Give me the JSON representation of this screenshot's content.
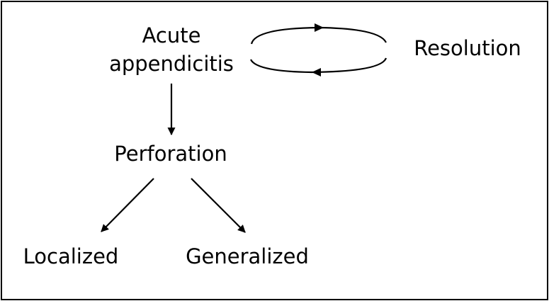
{
  "nodes": {
    "acute_line1": "Acute",
    "acute_line2": "appendicitis",
    "resolution": "Resolution",
    "perforation": "Perforation",
    "localized": "Localized",
    "generalized": "Generalized"
  },
  "colors": {
    "ink": "#000000",
    "background": "#ffffff"
  }
}
